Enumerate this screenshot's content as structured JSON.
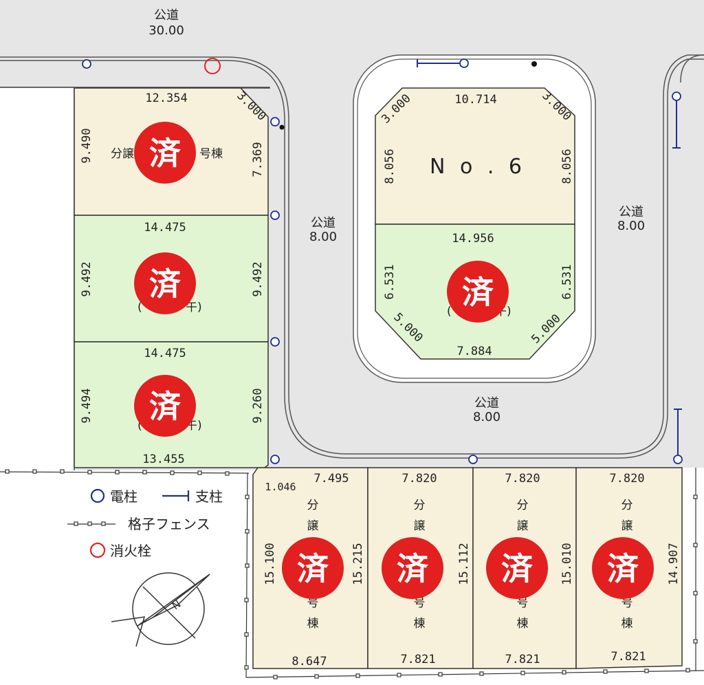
{
  "colors": {
    "road": "#e6e6e6",
    "lot_available": "#f7f1dc",
    "lot_green": "#e2f5d3",
    "lot_border": "#333333",
    "sold": "#e1201f",
    "pole": "#1f2f8f",
    "hydrant": "#e0231f"
  },
  "roads": {
    "top": {
      "name": "公道",
      "width": "30.00"
    },
    "middle": {
      "name": "公道",
      "width": "8.00"
    },
    "right": {
      "name": "公道",
      "width": "8.00"
    },
    "bottom": {
      "name": "公道",
      "width": "8.00"
    }
  },
  "sold_mark": "済",
  "lots": {
    "a1": {
      "label": "分譲",
      "suffix": "号棟",
      "top": "12.354",
      "left": "9.490",
      "right": "7.369",
      "corner": "3.000"
    },
    "a2": {
      "top": "14.475",
      "left": "9.492",
      "right": "9.492",
      "note_l": "(",
      "note_r": "午)"
    },
    "a3": {
      "top": "14.475",
      "left": "9.494",
      "right": "9.260",
      "bottom": "13.455",
      "note_l": "(",
      "note_r": "午)"
    },
    "no6": {
      "name": "N o . 6",
      "top": "10.714",
      "left": "8.056",
      "right": "8.056",
      "corner_l": "3.000",
      "corner_r": "3.000"
    },
    "island_bottom": {
      "top": "14.956",
      "left": "6.531",
      "right": "6.531",
      "corner_l": "5.000",
      "corner_r": "5.000",
      "bottom": "7.884",
      "note_l": "(",
      "note_r": "午)"
    },
    "b1": {
      "top": "7.495",
      "left": "15.100",
      "right": "15.215",
      "bottom": "8.647",
      "corner": "1.046",
      "c1": "分",
      "c2": "譲",
      "c3": "号",
      "c4": "棟"
    },
    "b2": {
      "top": "7.820",
      "right": "15.112",
      "bottom": "7.821",
      "c1": "分",
      "c2": "譲",
      "c3": "号",
      "c4": "棟"
    },
    "b3": {
      "top": "7.820",
      "right": "15.010",
      "bottom": "7.821",
      "c1": "分",
      "c2": "譲",
      "c3": "号",
      "c4": "棟"
    },
    "b4": {
      "top": "7.820",
      "right": "14.907",
      "bottom": "7.821",
      "c1": "分",
      "c2": "譲",
      "c3": "号",
      "c4": "棟"
    }
  },
  "legend": {
    "pole": "電柱",
    "support": "支柱",
    "fence": "格子フェンス",
    "hydrant": "消火栓"
  },
  "compass": {
    "north": "N"
  }
}
